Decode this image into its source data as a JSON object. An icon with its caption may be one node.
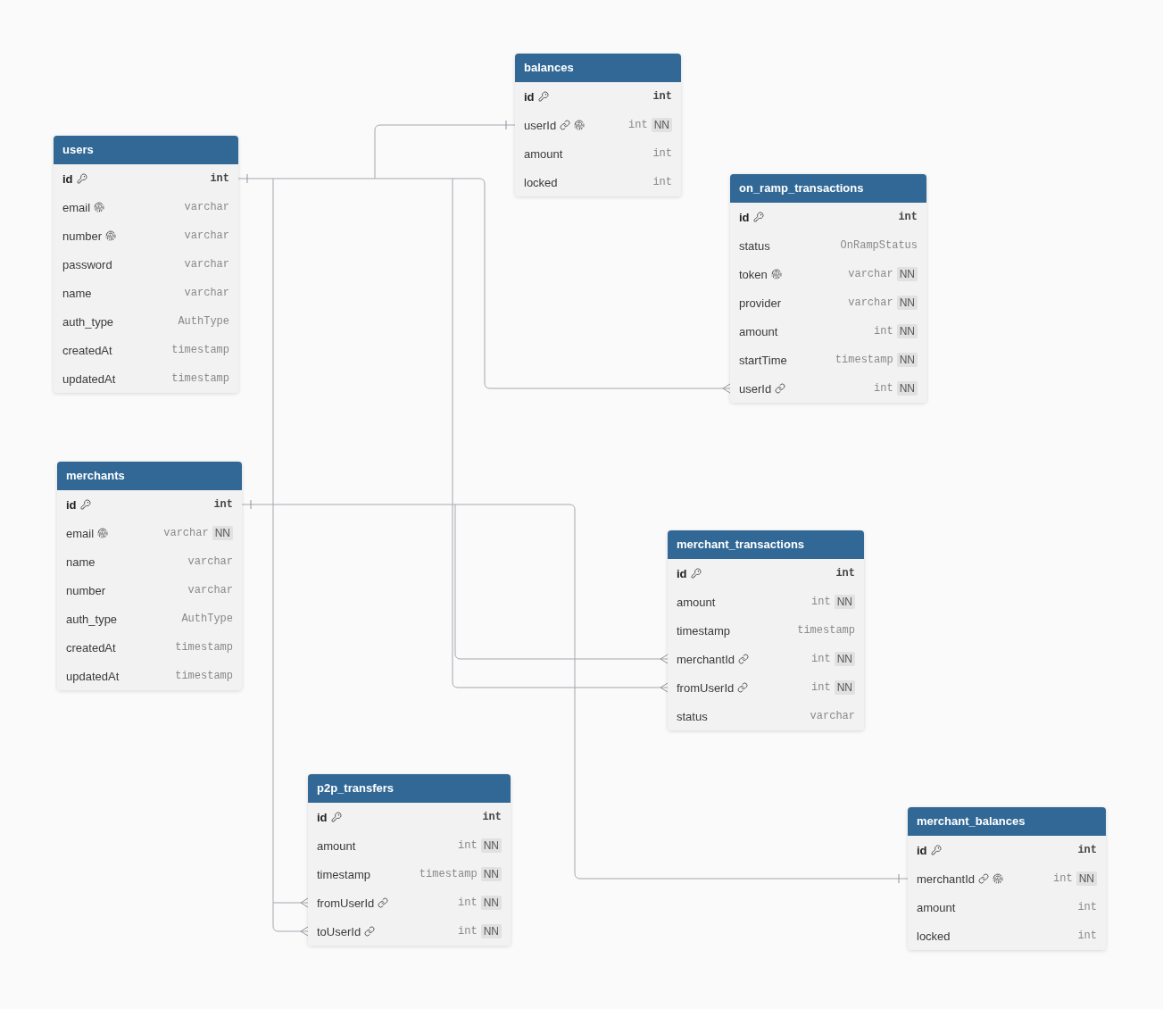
{
  "diagram": {
    "nodes": [
      {
        "text": [
          "balances"
        ]
      },
      {
        "text": [
          "id",
          "int"
        ],
        "in": 0
      },
      {
        "text": [
          "userId",
          "int",
          "NN"
        ],
        "in": 0
      },
      {
        "text": [
          "amount",
          "int"
        ],
        "in": 0
      },
      {
        "text": [
          "locked",
          "int"
        ],
        "in": 0
      },
      {
        "text": [
          "users"
        ]
      },
      {
        "text": [
          "id",
          "int"
        ],
        "in": 5
      },
      {
        "text": [
          "email",
          "varchar"
        ],
        "in": 5
      },
      {
        "text": [
          "number",
          "varchar"
        ],
        "in": 5
      },
      {
        "text": [
          "password",
          "varchar"
        ],
        "in": 5
      },
      {
        "text": [
          "name",
          "varchar"
        ],
        "in": 5
      },
      {
        "text": [
          "auth_type",
          "AuthType"
        ],
        "in": 5
      },
      {
        "text": [
          "createdAt",
          "timestamp"
        ],
        "in": 5
      },
      {
        "text": [
          "updatedAt",
          "timestamp"
        ],
        "in": 5
      },
      {
        "text": [
          "on_ramp_transactions"
        ]
      },
      {
        "text": [
          "id",
          "int"
        ],
        "in": 14
      },
      {
        "text": [
          "status",
          "OnRampStatus"
        ],
        "in": 14
      },
      {
        "text": [
          "token",
          "varchar",
          "NN"
        ],
        "in": 14
      },
      {
        "text": [
          "provider",
          "varchar",
          "NN"
        ],
        "in": 14
      },
      {
        "text": [
          "amount",
          "int",
          "NN"
        ],
        "in": 14
      },
      {
        "text": [
          "startTime",
          "timestamp",
          "NN"
        ],
        "in": 14
      },
      {
        "text": [
          "userId",
          "int",
          "NN"
        ],
        "in": 14
      },
      {
        "text": [
          "merchants"
        ]
      },
      {
        "text": [
          "id",
          "int"
        ],
        "in": 22
      },
      {
        "text": [
          "email",
          "varchar",
          "NN"
        ],
        "in": 22
      },
      {
        "text": [
          "name",
          "varchar"
        ],
        "in": 22
      },
      {
        "text": [
          "number",
          "varchar"
        ],
        "in": 22
      },
      {
        "text": [
          "auth_type",
          "AuthType"
        ],
        "in": 22
      },
      {
        "text": [
          "createdAt",
          "timestamp"
        ],
        "in": 22
      },
      {
        "text": [
          "updatedAt",
          "timestamp"
        ],
        "in": 22
      },
      {
        "text": [
          "merchant_transactions"
        ]
      },
      {
        "text": [
          "id",
          "int"
        ],
        "in": 30
      },
      {
        "text": [
          "amount",
          "int",
          "NN"
        ],
        "in": 30
      },
      {
        "text": [
          "timestamp",
          "timestamp"
        ],
        "in": 30
      },
      {
        "text": [
          "merchantId",
          "int",
          "NN"
        ],
        "in": 30
      },
      {
        "text": [
          "fromUserId",
          "int",
          "NN"
        ],
        "in": 30
      },
      {
        "text": [
          "status",
          "varchar"
        ],
        "in": 30
      },
      {
        "text": [
          "p2p_transfers"
        ]
      },
      {
        "text": [
          "id",
          "int"
        ],
        "in": 37
      },
      {
        "text": [
          "amount",
          "int",
          "NN"
        ],
        "in": 37
      },
      {
        "text": [
          "timestamp",
          "timestamp",
          "NN"
        ],
        "in": 37
      },
      {
        "text": [
          "fromUserId",
          "int",
          "NN"
        ],
        "in": 37
      },
      {
        "text": [
          "toUserId",
          "int",
          "NN"
        ],
        "in": 37
      },
      {
        "text": [
          "merchant_balances"
        ]
      },
      {
        "text": [
          "id",
          "int"
        ],
        "in": 43
      },
      {
        "text": [
          "merchantId",
          "int",
          "NN"
        ],
        "in": 43
      },
      {
        "text": [
          "amount",
          "int"
        ],
        "in": 43
      },
      {
        "text": [
          "locked",
          "int"
        ],
        "in": 43
      }
    ],
    "edges": [
      {
        "from": 6,
        "to": 2,
        "arrow": "other"
      },
      {
        "from": 6,
        "to": 21,
        "arrow": "other"
      },
      {
        "from": 6,
        "to": 35,
        "arrow": "other"
      },
      {
        "from": 6,
        "to": 41,
        "arrow": "other"
      },
      {
        "from": 6,
        "to": 42,
        "arrow": "other"
      },
      {
        "from": 23,
        "to": 34,
        "arrow": "other"
      },
      {
        "from": 23,
        "to": 45,
        "arrow": "other"
      }
    ]
  }
}
